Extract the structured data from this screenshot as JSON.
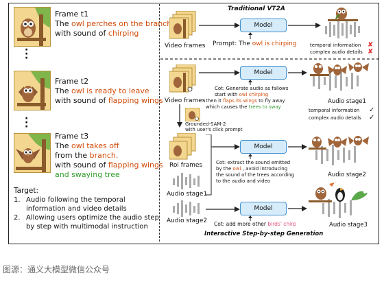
{
  "left": {
    "frames": [
      {
        "title": "Frame t1",
        "lines": [
          [
            {
              "t": "The "
            },
            {
              "t": "owl perches on the branch",
              "c": "orange"
            }
          ],
          [
            {
              "t": "with sound of "
            },
            {
              "t": "chirping",
              "c": "orange"
            }
          ]
        ]
      },
      {
        "title": "Frame t2",
        "lines": [
          [
            {
              "t": "The "
            },
            {
              "t": "owl is ready to leave",
              "c": "orange"
            }
          ],
          [
            {
              "t": "with sound of "
            },
            {
              "t": "flapping wings",
              "c": "orange"
            }
          ]
        ]
      },
      {
        "title": "Frame t3",
        "lines": [
          [
            {
              "t": "The "
            },
            {
              "t": "owl takes off",
              "c": "orange"
            }
          ],
          [
            {
              "t": "from the "
            },
            {
              "t": "branch.",
              "c": "orange"
            }
          ],
          [
            {
              "t": "with sound of "
            },
            {
              "t": "flapping wings",
              "c": "orange"
            }
          ],
          [
            {
              "t": "and swaying tree",
              "c": "green"
            }
          ]
        ]
      }
    ],
    "target_label": "Target:",
    "target_items": [
      {
        "num": "1.",
        "lines": [
          "Audio following the temporal",
          "information and video details"
        ]
      },
      {
        "num": "2.",
        "lines": [
          "Allowing users optimize the audio step",
          "by step with multimodal instruction"
        ]
      }
    ]
  },
  "top": {
    "title": "Traditional VT2A",
    "video_label": "Video frames",
    "model_label": "Model",
    "prompt": [
      {
        "t": "Prompt: The "
      },
      {
        "t": "owl is chirping",
        "c": "orange"
      }
    ],
    "checks": [
      "temporal information",
      "complex audio details"
    ],
    "check_marks": [
      "✘",
      "✘"
    ]
  },
  "bottom": {
    "video_label": "Video frames",
    "grounded_label": [
      "Grounded-SAM-2",
      "with user's click prompt"
    ],
    "roi_label": "Roi frames",
    "audio_stage1_left": "Audio stage1",
    "audio_stage2_left": "Audio stage2",
    "model_label": "Model",
    "cot1": [
      [
        {
          "t": "Cot: Generate audio as fallows"
        }
      ],
      [
        {
          "t": "start with "
        },
        {
          "t": "owl chirping",
          "c": "orange"
        }
      ],
      [
        {
          "t": "then it "
        },
        {
          "t": "flaps its wings",
          "c": "orange"
        },
        {
          "t": " to fly away"
        }
      ],
      [
        {
          "t": "which  causes the "
        },
        {
          "t": "trees to sway",
          "c": "green"
        }
      ]
    ],
    "cot2": [
      [
        {
          "t": "Cot: extract the sound emitted"
        }
      ],
      [
        {
          "t": "by the "
        },
        {
          "t": "owl",
          "c": "orange"
        },
        {
          "t": " , avoid introducing"
        }
      ],
      [
        {
          "t": "the sound of the trees according"
        }
      ],
      [
        {
          "t": "to the audio and video"
        }
      ]
    ],
    "cot3": [
      [
        {
          "t": "Cot: add more other "
        },
        {
          "t": "birds' chirp",
          "c": "pink"
        }
      ]
    ],
    "audio_stage1": "Audio stage1",
    "audio_stage2": "Audio stage2",
    "audio_stage3": "Audio stage3",
    "checks": [
      "temporal information",
      "complex audio details"
    ],
    "check_marks": [
      "✓",
      "✓"
    ],
    "title": "Interactive Step-by-step Generation"
  },
  "footer": "图源：通义大模型微信公众号",
  "colors": {
    "orange": "#d24c0a",
    "green": "#2f9c2b",
    "pink": "#e0557a",
    "model_fill": "#d6ecfa",
    "model_border": "#3e8fcf"
  }
}
